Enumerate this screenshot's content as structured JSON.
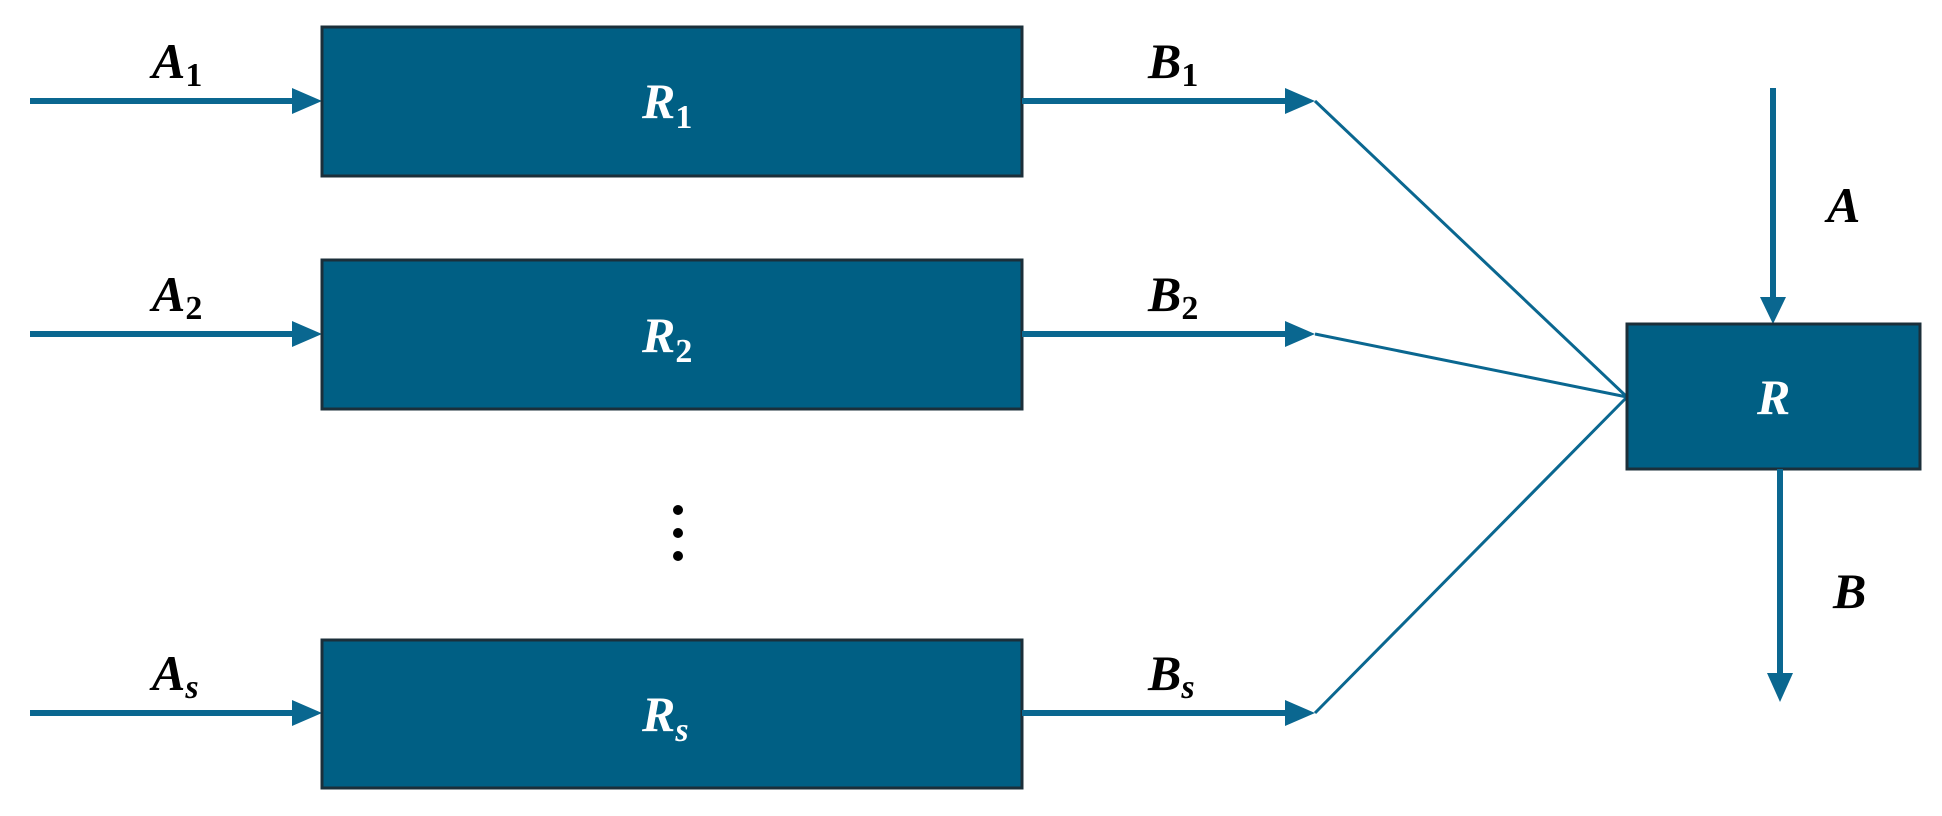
{
  "inputs": [
    {
      "base": "A",
      "sub": "1"
    },
    {
      "base": "A",
      "sub": "2"
    },
    {
      "base": "A",
      "sub": "s"
    }
  ],
  "blocks": [
    {
      "base": "R",
      "sub": "1"
    },
    {
      "base": "R",
      "sub": "2"
    },
    {
      "base": "R",
      "sub": "s"
    }
  ],
  "outputs": [
    {
      "base": "B",
      "sub": "1"
    },
    {
      "base": "B",
      "sub": "2"
    },
    {
      "base": "B",
      "sub": "s"
    }
  ],
  "combined": {
    "block": "R",
    "input": "A",
    "output": "B"
  },
  "colors": {
    "box_fill": "#005f84",
    "box_stroke": "#1b2f3a",
    "arrow": "#0a6790"
  }
}
